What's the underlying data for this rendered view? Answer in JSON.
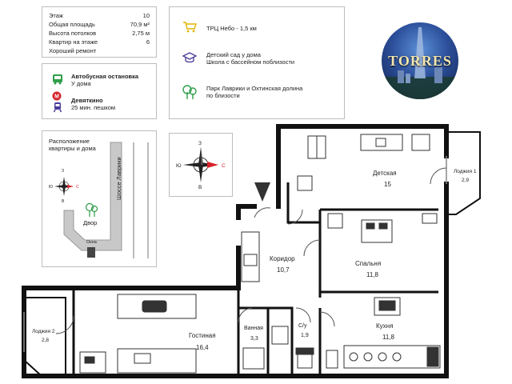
{
  "specs": [
    {
      "label": "Этаж",
      "value": "10"
    },
    {
      "label": "Общая площадь",
      "value": "70,9 м²"
    },
    {
      "label": "Высота потолков",
      "value": "2,75 м"
    },
    {
      "label": "Квартир на этаже",
      "value": "6"
    },
    {
      "label": "Хороший ремонт",
      "value": ""
    }
  ],
  "transport": {
    "bus": {
      "title": "Автобусная остановка",
      "sub": "У дома"
    },
    "metro": {
      "title": "Девяткино",
      "sub": "25 мин. пешком"
    }
  },
  "amenities": {
    "mall": "ТРЦ Небо - 1,5 км",
    "school_1": "Детский сад у дома",
    "school_2": "Школа с бассейном поблизости",
    "park_1": "Парк Лаврики и Охтинская долина",
    "park_2": "по близости"
  },
  "logo": "TORRES",
  "location": {
    "title_1": "Расположение",
    "title_2": "квартиры и дома",
    "yard": "Двор",
    "windows": "Окна",
    "road": "Шоссе Лаврики"
  },
  "compass": {
    "n": "З",
    "s": "В",
    "w": "Ю",
    "e": "С"
  },
  "mini_compass": {
    "n": "З",
    "s": "В",
    "w": "Ю",
    "e": "С"
  },
  "rooms": [
    {
      "name": "Детская",
      "area": "15"
    },
    {
      "name": "Лоджия 1",
      "area": "2,9"
    },
    {
      "name": "Коридор",
      "area": "10,7"
    },
    {
      "name": "Спальня",
      "area": "11,8"
    },
    {
      "name": "Кухня",
      "area": "11,8"
    },
    {
      "name": "Гостиная",
      "area": "16,4"
    },
    {
      "name": "Ванная",
      "area": "3,3"
    },
    {
      "name": "С/у",
      "area": "1,9"
    },
    {
      "name": "Лоджия 2",
      "area": "2,8"
    }
  ],
  "colors": {
    "green": "#2e9e4a",
    "purple": "#4a3a9a",
    "red": "#d6222a",
    "yellow": "#e0b400",
    "wall": "#111111"
  }
}
